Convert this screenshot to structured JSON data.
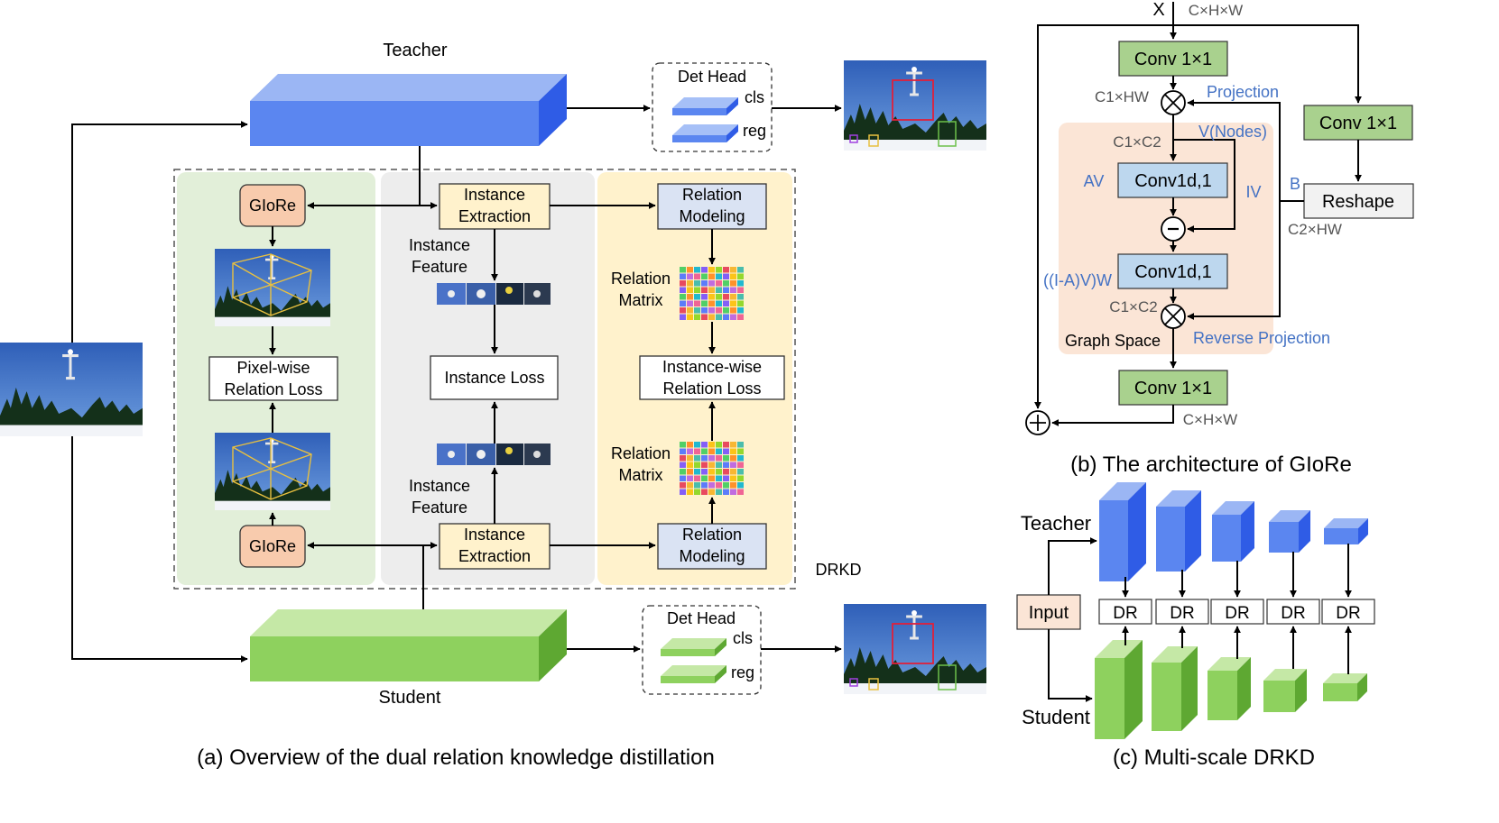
{
  "panel_a": {
    "caption": "(a) Overview of the dual relation knowledge distillation",
    "teacher": "Teacher",
    "student": "Student",
    "det_head_teacher": {
      "title": "Det Head",
      "cls": "cls",
      "reg": "reg"
    },
    "det_head_student": {
      "title": "Det Head",
      "cls": "cls",
      "reg": "reg"
    },
    "glore_top": "GIoRe",
    "glore_bottom": "GIoRe",
    "pixel_loss": [
      "Pixel-wise",
      "Relation Loss"
    ],
    "instance_extraction_top": [
      "Instance",
      "Extraction"
    ],
    "instance_extraction_bottom": [
      "Instance",
      "Extraction"
    ],
    "instance_feature_top": [
      "Instance",
      "Feature"
    ],
    "instance_feature_bottom": [
      "Instance",
      "Feature"
    ],
    "instance_loss": "Instance Loss",
    "relation_modeling_top": [
      "Relation",
      "Modeling"
    ],
    "relation_modeling_bottom": [
      "Relation",
      "Modeling"
    ],
    "relation_matrix_top": [
      "Relation",
      "Matrix"
    ],
    "relation_matrix_bottom": [
      "Relation",
      "Matrix"
    ],
    "instance_relation_loss": [
      "Instance-wise",
      "Relation Loss"
    ],
    "drkd": "DRKD"
  },
  "panel_b": {
    "caption": "(b) The architecture of GIoRe",
    "x": "X",
    "dims_in": "C×H×W",
    "conv_top": "Conv 1×1",
    "conv_right": "Conv 1×1",
    "conv_bottom": "Conv 1×1",
    "c1hw": "C1×HW",
    "projection": "Projection",
    "c1c2_top": "C1×C2",
    "v_nodes": "V(Nodes)",
    "av": "AV",
    "iv": "IV",
    "b": "B",
    "conv1d_top": "Conv1d,1",
    "conv1d_bottom": "Conv1d,1",
    "reshape": "Reshape",
    "c2hw": "C2×HW",
    "iav": "((I-A)V)W",
    "c1c2_bottom": "C1×C2",
    "graph_space": "Graph Space",
    "reverse_projection": "Reverse Projection",
    "dims_out": "C×H×W",
    "colors": {
      "accent_blue": "#4472c4",
      "green_box": "#a9d18e",
      "blue_box": "#bdd7ee",
      "graph_bg": "#fbe5d6"
    }
  },
  "panel_c": {
    "caption": "(c) Multi-scale DRKD",
    "teacher": "Teacher",
    "student": "Student",
    "input": "Input",
    "dr": [
      "DR",
      "DR",
      "DR",
      "DR",
      "DR"
    ]
  }
}
